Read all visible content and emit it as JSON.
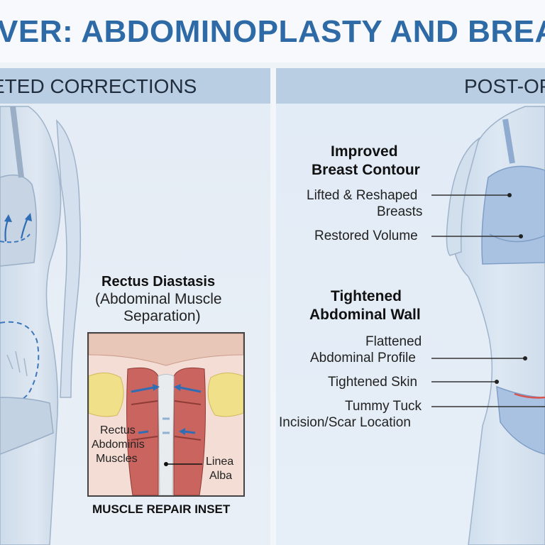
{
  "title": "VER: ABDOMINOPLASTY AND BREA",
  "left_panel": {
    "header": "ETED CORRECTIONS",
    "rectus_title": "Rectus Diastasis",
    "rectus_sub1": "(Abdominal Muscle",
    "rectus_sub2": "Separation)",
    "inset": {
      "label_muscles_1": "Rectus",
      "label_muscles_2": "Abdominis",
      "label_muscles_3": "Muscles",
      "label_linea_1": "Linea",
      "label_linea_2": "Alba",
      "caption": "MUSCLE REPAIR INSET"
    }
  },
  "right_panel": {
    "header": "POST-OP",
    "breast_heading_1": "Improved",
    "breast_heading_2": "Breast Contour",
    "lifted_1": "Lifted & Reshaped",
    "lifted_2": "Breasts",
    "restored": "Restored Volume",
    "abdomen_heading_1": "Tightened",
    "abdomen_heading_2": "Abdominal Wall",
    "flattened_1": "Flattened",
    "flattened_2": "Abdominal Profile",
    "tightened_skin": "Tightened Skin",
    "tummy_1": "Tummy Tuck",
    "tummy_2": "Incision/Scar Location"
  },
  "colors": {
    "title": "#2e6aa6",
    "header_band": "#b9cde3",
    "skin": "#d6e2ef",
    "garment": "#c3d3e6",
    "garment_right": "#a9c2e2",
    "arrow": "#2f6db5",
    "muscle": "#c9645f",
    "fat": "#f1e08a",
    "scar": "#d9534f"
  }
}
